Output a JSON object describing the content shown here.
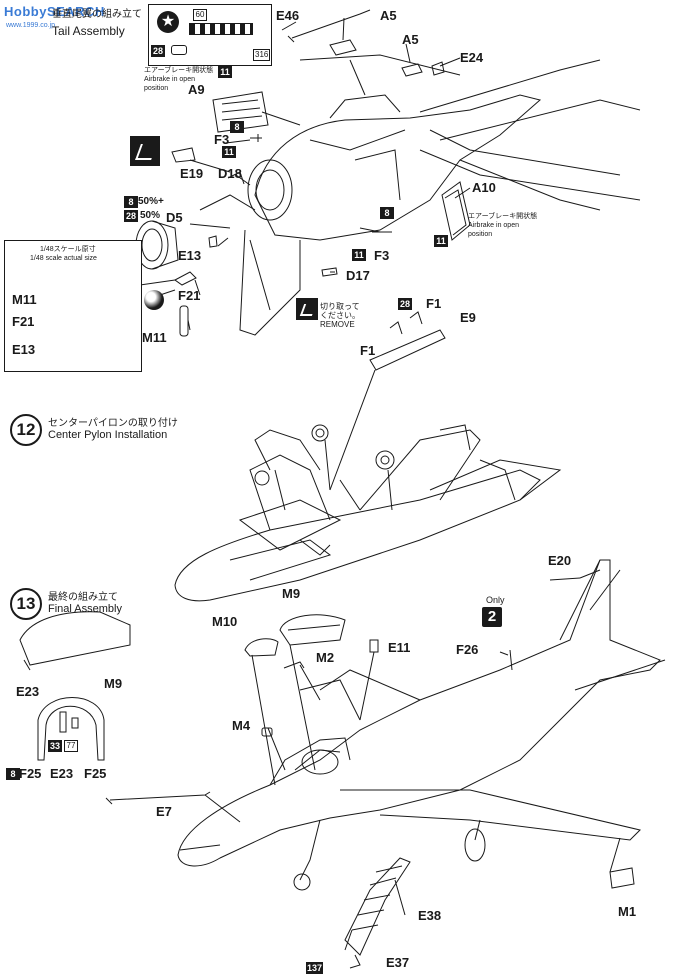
{
  "watermark": {
    "brand": "HobbySEARCH",
    "url": "www.1999.co.jp"
  },
  "header": {
    "jp": "垂直尾翼の組み立て",
    "en": "Tail Assembly"
  },
  "top_box": {
    "marks": [
      "60",
      "316",
      "28"
    ]
  },
  "airbrake_notes": {
    "left": {
      "jp": "エアーブレーキ開状態",
      "en1": "Airbrake in open",
      "en2": "position"
    },
    "right": {
      "jp": "エアーブレーキ開状態",
      "en1": "Airbrake in open",
      "en2": "position"
    }
  },
  "inset": {
    "jp": "1/48スケール原寸",
    "en": "1/48 scale actual size"
  },
  "remove_note": {
    "jp1": "切り取って",
    "jp2": "ください。",
    "en": "REMOVE"
  },
  "paint": {
    "c8": "8",
    "c28": "28",
    "c11": "11",
    "c137": "137",
    "c33": "33",
    "c77": "77",
    "pct1": "50%+",
    "pct2": "50%"
  },
  "parts": {
    "E46": "E46",
    "A5a": "A5",
    "A5b": "A5",
    "E24": "E24",
    "A9": "A9",
    "F3a": "F3",
    "E19": "E19",
    "D18": "D18",
    "A10": "A10",
    "D5": "D5",
    "E13a": "E13",
    "F3b": "F3",
    "D17": "D17",
    "F21a": "F21",
    "M11a": "M11",
    "M11b": "M11",
    "F21b": "F21",
    "E13b": "E13",
    "F1a": "F1",
    "F1b": "F1",
    "E9": "E9",
    "E20": "E20",
    "M9a": "M9",
    "M10": "M10",
    "F26": "F26",
    "M2": "M2",
    "E11": "E11",
    "E23a": "E23",
    "M9b": "M9",
    "M4": "M4",
    "F25a": "F25",
    "E23b": "E23",
    "F25b": "F25",
    "E7": "E7",
    "E38": "E38",
    "M1": "M1",
    "E37": "E37"
  },
  "step12": {
    "num": "12",
    "jp": "センターパイロンの取り付け",
    "en": "Center Pylon  Installation"
  },
  "step13": {
    "num": "13",
    "jp": "最終の組み立て",
    "en": "Final Assembly"
  },
  "only_badge": {
    "label": "Only",
    "num": "2"
  }
}
